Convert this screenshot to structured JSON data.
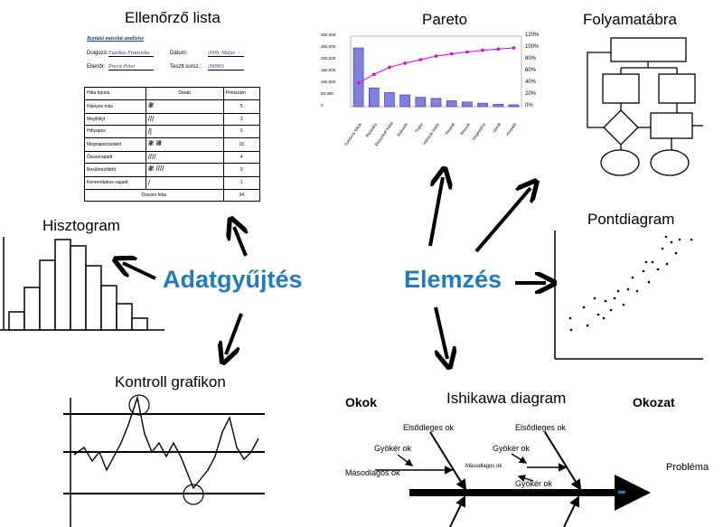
{
  "central": {
    "left": "Adatgyűjtés",
    "right": "Elemzés"
  },
  "titles": {
    "checklist": "Ellenőrző lista",
    "histogram": "Hisztogram",
    "control": "Kontroll grafikon",
    "pareto": "Pareto",
    "flow": "Folyamatábra",
    "scatter": "Pontdiagram",
    "ishikawa": "Ishikawa diagram"
  },
  "checklist": {
    "header": "Bontási másolat analízise",
    "labels": {
      "worker": "Dolgozó:",
      "date": "Dátum:",
      "inspector": "Ellenőr:",
      "batch": "Tesztt sorsz.:"
    },
    "values": {
      "worker": "Fazekas Franciska",
      "date": "2009. Május",
      "inspector": "Precíz Péter",
      "batch": "200903"
    },
    "columns": [
      "Hiba típusa",
      "Darab",
      "Pontszám"
    ],
    "rows": [
      {
        "type": "Hiányos más",
        "tally": "𝍸",
        "score": "5"
      },
      {
        "type": "Meghibyt",
        "tally": "///",
        "score": "3"
      },
      {
        "type": "Hibyapos",
        "tally": "/|",
        "score": "2"
      },
      {
        "type": "Megnapecisedett",
        "tally": "𝍸 𝍸",
        "score": "10"
      },
      {
        "type": "Összerapadt",
        "tally": "////",
        "score": "4"
      },
      {
        "type": "Besütneződött",
        "tally": "𝍸 ////",
        "score": "9"
      },
      {
        "type": "Kenrendaboe ragadt",
        "tally": "/",
        "score": "1"
      }
    ],
    "total_label": "Összes hiba",
    "total": "34"
  },
  "pareto": {
    "left_ticks": [
      "300,000",
      "250,000",
      "200,000",
      "150,000",
      "100,000",
      "50,000",
      "0"
    ],
    "right_ticks": [
      "120%",
      "100%",
      "80%",
      "60%",
      "40%",
      "20%",
      "0%"
    ],
    "categories": [
      "Gubócos foltok",
      "Repedés",
      "Elmozdult foltok",
      "Buborék",
      "Tüske",
      "Hiányos öntés",
      "Repedt",
      "Részek",
      "Hegesztési",
      "Sérült",
      "Horpadt"
    ]
  },
  "ishikawa": {
    "okok": "Okok",
    "okozat": "Okozat",
    "elsodleges1": "Elsődleges ok",
    "elsodleges2": "Elsődleges ok",
    "gyoker1": "Gyökér ok",
    "gyoker2": "Gyökér ok",
    "gyoker3": "Gyökér ok",
    "masodlagos1": "Másodlagos ok",
    "masodlagos2": "Másodlagos ok",
    "problema": "Probléma"
  },
  "chart_data": {
    "type": "bar",
    "categories": [
      "Gubócos foltok",
      "Repedés",
      "Elmozdult foltok",
      "Buborék",
      "Tüske",
      "Hiányos öntés",
      "Repedt",
      "Részek",
      "Hegesztési",
      "Sérült",
      "Horpadt"
    ],
    "series": [
      {
        "values": [
          250000,
          80000,
          60000,
          50000,
          40000,
          35000,
          25000,
          20000,
          15000,
          10000,
          8000
        ]
      },
      {
        "values": [
          40,
          55,
          67,
          74,
          80,
          86,
          90,
          93,
          96,
          98,
          100
        ]
      }
    ],
    "ylim": [
      0,
      300000
    ],
    "y2lim": [
      0,
      120
    ]
  }
}
